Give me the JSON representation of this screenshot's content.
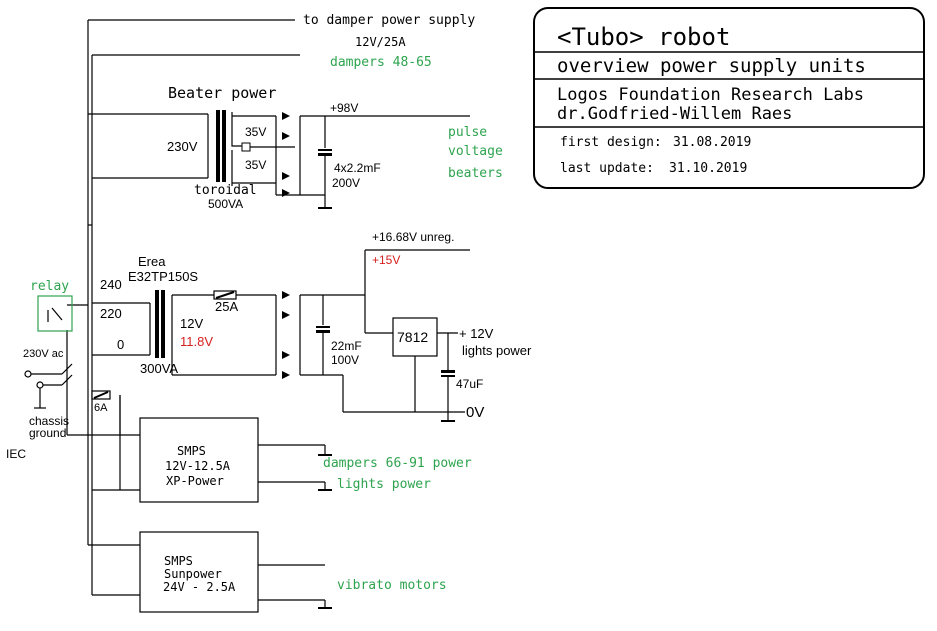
{
  "title_block": {
    "title": "<Tubo> robot",
    "subtitle": "overview power supply units",
    "org_line1": "Logos Foundation Research Labs",
    "org_line2": "dr.Godfried-Willem Raes",
    "first_design_label": "first design:",
    "first_design_date": "31.08.2019",
    "last_update_label": "last update:",
    "last_update_date": "31.10.2019"
  },
  "colors": {
    "green": "#2ea44f",
    "red": "#d62020",
    "line": "#000000"
  },
  "labels": {
    "damper_supply": "to damper power supply",
    "damper_rating": "12V/25A",
    "dampers_48_65": "dampers 48-65",
    "beater_power": "Beater power",
    "plus_98v": "+98V",
    "v230": "230V",
    "v35_top": "35V",
    "v35_bot": "35V",
    "pulse": "pulse",
    "voltage": "voltage",
    "beaters": "beaters",
    "cap_4x": "4x2.2mF",
    "cap_200v": "200V",
    "toroidal": "toroidal",
    "va500": "500VA",
    "unreg": "+16.68V unreg.",
    "plus15": "+15V",
    "erea": "Erea",
    "erea_model": "E32TP150S",
    "relay": "relay",
    "t240": "240",
    "t220": "220",
    "t0": "0",
    "fuse25": "25A",
    "v12": "12V",
    "v118": "11.8V",
    "cap22": "22mF",
    "cap100": "100V",
    "reg": "7812",
    "out12": "+ 12V",
    "lights_power_reg": "lights power",
    "cap47": "47uF",
    "zero_v": "0V",
    "ac230": "230V ac",
    "fuse6": "6A",
    "chassis": "chassis",
    "ground": "ground",
    "iec": "IEC",
    "va300": "300VA",
    "smps1_l1": "SMPS",
    "smps1_l2": "12V-12.5A",
    "smps1_l3": "XP-Power",
    "dampers_66_91": "dampers 66-91 power",
    "lights_power": "lights power",
    "smps2_l1": "SMPS",
    "smps2_l2": "Sunpower",
    "smps2_l3": "24V - 2.5A",
    "vibrato": "vibrato motors"
  }
}
